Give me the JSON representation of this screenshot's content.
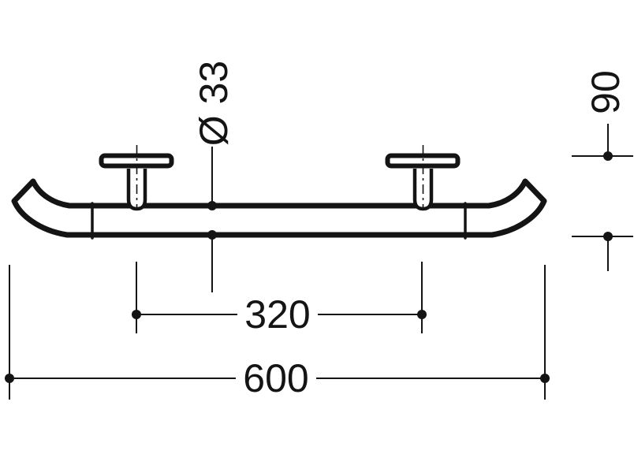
{
  "diagram": {
    "kind": "technical dimension drawing",
    "units": "mm",
    "line_color": "#141414",
    "background_color": "#ffffff",
    "dimensions": {
      "diameter": "Ø 33",
      "depth": "90",
      "mounting_distance": "320",
      "overall_length": "600"
    }
  }
}
